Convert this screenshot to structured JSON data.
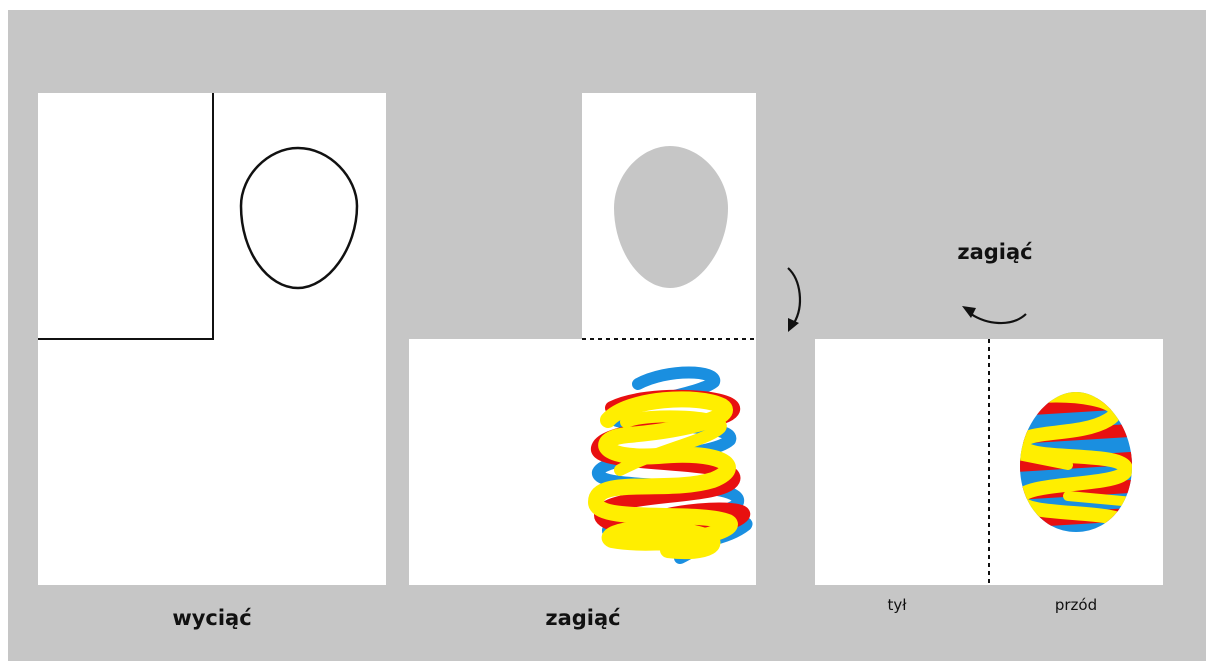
{
  "captions": {
    "cut": "wyciąć",
    "fold_middle": "zagiąć",
    "fold_right": "zagiąć",
    "back": "tył",
    "front": "przód"
  },
  "colors": {
    "background": "#c6c6c6",
    "paper": "#ffffff",
    "egg_cutout": "#c6c6c6",
    "scribble_red": "#e81010",
    "scribble_blue": "#1a8fe0",
    "scribble_yellow": "#ffee00",
    "line": "#111111"
  }
}
